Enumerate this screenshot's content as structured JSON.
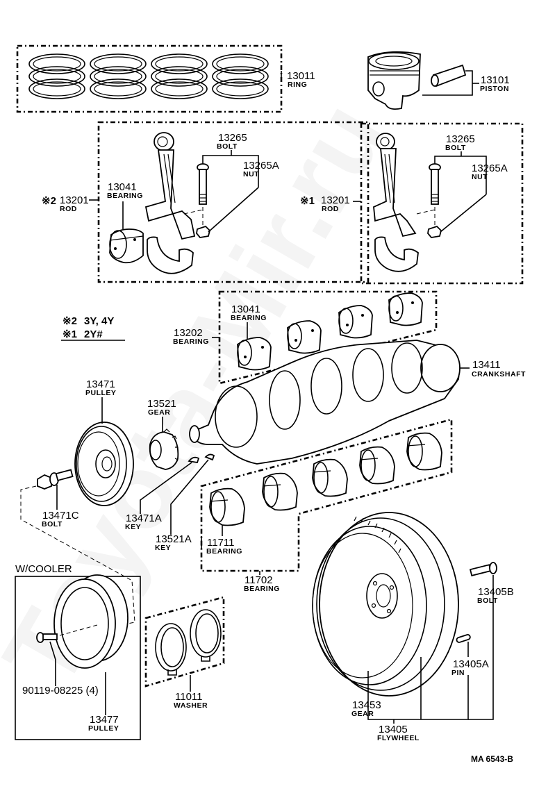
{
  "diagram": {
    "title_code": "MA  6543-B",
    "watermark": "Toyota-Mir.ru",
    "legend": {
      "note_2": {
        "symbol": "※2",
        "text": "3Y, 4Y"
      },
      "note_1": {
        "symbol": "※1",
        "text": "2Y#"
      }
    },
    "group_heading": "W/COOLER",
    "parts": {
      "ring": {
        "number": "13011",
        "name": "RING"
      },
      "piston": {
        "number": "13101",
        "name": "PISTON"
      },
      "rod_left": {
        "prefix": "※2",
        "number": "13201",
        "name": "ROD"
      },
      "rod_right": {
        "prefix": "※1",
        "number": "13201",
        "name": "ROD"
      },
      "bolt_left": {
        "number": "13265",
        "name": "BOLT"
      },
      "bolt_right": {
        "number": "13265",
        "name": "BOLT"
      },
      "nut_left": {
        "number": "13265A",
        "name": "NUT"
      },
      "nut_right": {
        "number": "13265A",
        "name": "NUT"
      },
      "rod_bearing_left": {
        "number": "13041",
        "name": "BEARING"
      },
      "rod_bearing_set": {
        "number": "13041",
        "name": "BEARING"
      },
      "bearing_set_13202": {
        "number": "13202",
        "name": "BEARING"
      },
      "crankshaft": {
        "number": "13411",
        "name": "CRANKSHAFT"
      },
      "pulley": {
        "number": "13471",
        "name": "PULLEY"
      },
      "gear": {
        "number": "13521",
        "name": "GEAR"
      },
      "pulley_bolt": {
        "number": "13471C",
        "name": "BOLT"
      },
      "pulley_key": {
        "number": "13471A",
        "name": "KEY"
      },
      "gear_key": {
        "number": "13521A",
        "name": "KEY"
      },
      "main_bearing": {
        "number": "11711",
        "name": "BEARING"
      },
      "main_bearing_set": {
        "number": "11702",
        "name": "BEARING"
      },
      "cooler_bolt": {
        "number": "90119-08225 (4)"
      },
      "cooler_pulley": {
        "number": "13477",
        "name": "PULLEY"
      },
      "washer": {
        "number": "11011",
        "name": "WASHER"
      },
      "flywheel_bolt": {
        "number": "13405B",
        "name": "BOLT"
      },
      "flywheel_pin": {
        "number": "13405A",
        "name": "PIN"
      },
      "ring_gear": {
        "number": "13453",
        "name": "GEAR"
      },
      "flywheel": {
        "number": "13405",
        "name": "FLYWHEEL"
      }
    }
  }
}
